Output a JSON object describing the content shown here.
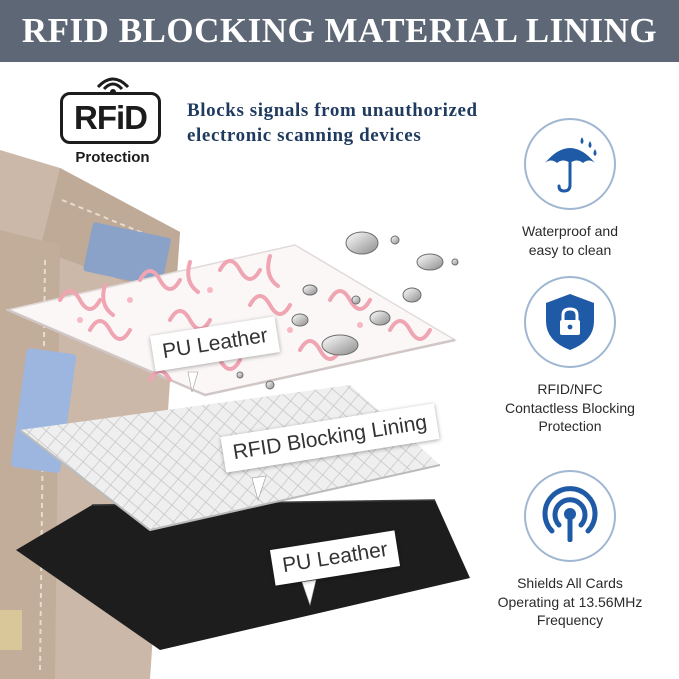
{
  "banner": {
    "title": "RFID BLOCKING MATERIAL LINING"
  },
  "logo": {
    "badge_text": "RFiD",
    "caption": "Protection"
  },
  "tagline": {
    "line1": "Blocks signals from unauthorized",
    "line2": "electronic scanning devices"
  },
  "layers": {
    "top_label": "PU Leather",
    "middle_label": "RFID Blocking Lining",
    "bottom_label": "PU Leather"
  },
  "features": [
    {
      "icon": "umbrella-rain-icon",
      "lines": [
        "Waterproof and",
        "easy to clean"
      ]
    },
    {
      "icon": "shield-lock-icon",
      "lines": [
        "RFID/NFC",
        "Contactless Blocking",
        "Protection"
      ]
    },
    {
      "icon": "signal-antenna-icon",
      "lines": [
        "Shields All Cards",
        "Operating at 13.56MHz",
        "Frequency"
      ]
    }
  ],
  "colors": {
    "banner": "#5d6776",
    "icon_blue": "#1f5aa6",
    "tagline": "#1e3a5f",
    "wallet": "#c9b6a6",
    "ribbon": "#f1a7b4"
  }
}
